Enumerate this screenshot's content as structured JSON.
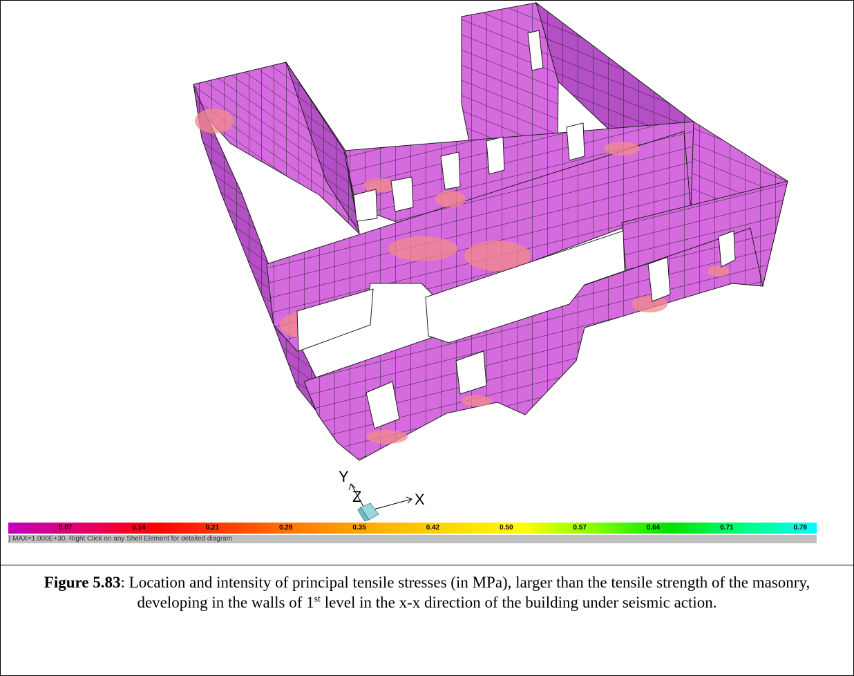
{
  "legend": {
    "values": [
      "0.07",
      "0.14",
      "0.21",
      "0.28",
      "0.35",
      "0.42",
      "0.50",
      "0.57",
      "0.64",
      "0.71",
      "0.78"
    ],
    "colors": [
      "#c000c0",
      "#e0006a",
      "#ff0000",
      "#ff4000",
      "#ff8000",
      "#ffb000",
      "#ffd800",
      "#ffff00",
      "#80ff00",
      "#00e000",
      "#00ff80"
    ],
    "end_color": "#00ffff"
  },
  "status": {
    "text": ") MAX=1.000E+30, Right Click on any Shell Element for detailed diagram"
  },
  "axes": {
    "x_label": "X",
    "y_label": "Y",
    "z_label": "Z"
  },
  "model": {
    "wall_color": "#d66be0",
    "wall_dark_color": "#b44fc6",
    "hot_color": "#f28a8a",
    "mesh_color": "#1a1a1a"
  },
  "caption": {
    "figure_label": "Figure 5.83",
    "text_part1": ": Location and intensity of principal tensile stresses (in MPa), larger than the tensile strength of the masonry, developing in the walls of 1",
    "superscript": "st",
    "text_part2": " level in the x-x direction of the building under seismic action."
  }
}
